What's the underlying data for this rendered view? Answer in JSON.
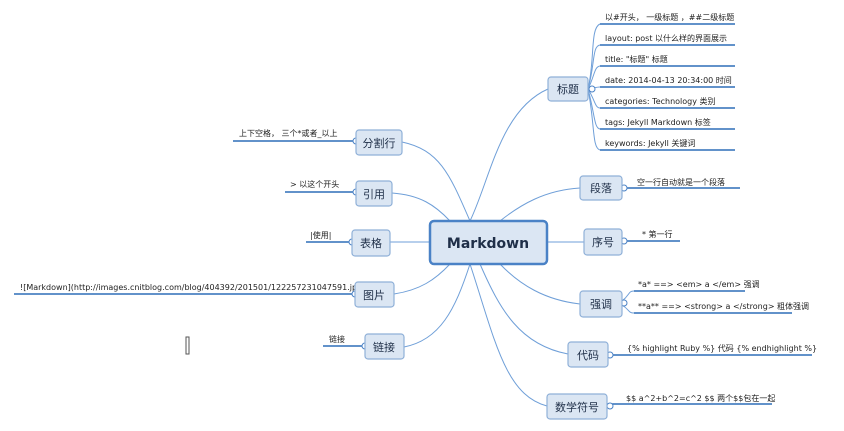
{
  "root": {
    "label": "Markdown"
  },
  "branches": {
    "title": {
      "label": "标题",
      "children": [
        "以#开头， 一级标题 ，##二级标题",
        "layout: post 以什么样的界面展示",
        "title: \"标题\" 标题",
        "date: 2014-04-13 20:34:00 时间",
        "categories: Technology 类别",
        "tags: Jekyll Markdown 标签",
        "keywords: Jekyll 关键词"
      ]
    },
    "para": {
      "label": "段落",
      "children": [
        "空一行自动就是一个段落"
      ]
    },
    "order": {
      "label": "序号",
      "children": [
        "* 第一行"
      ]
    },
    "emph": {
      "label": "强调",
      "children": [
        "*a* ==> <em> a </em> 强调",
        "**a** ==> <strong> a </strong> 粗体强调"
      ]
    },
    "code": {
      "label": "代码",
      "children": [
        "{% highlight Ruby %} 代码 {% endhighlight %}"
      ]
    },
    "math": {
      "label": "数学符号",
      "children": [
        "$$ a^2+b^2=c^2 $$ 两个$$包在一起"
      ]
    },
    "hr": {
      "label": "分割行",
      "children": [
        "上下空格， 三个*或者_以上"
      ]
    },
    "quote": {
      "label": "引用",
      "children": [
        "> 以这个开头"
      ]
    },
    "table": {
      "label": "表格",
      "children": [
        "|使用|"
      ]
    },
    "image": {
      "label": "图片",
      "children": [
        "![Markdown](http://images.cnitblog.com/blog/404392/201501/122257231047591.jpg)"
      ]
    },
    "link": {
      "label": "链接",
      "children": [
        "链接"
      ]
    }
  }
}
